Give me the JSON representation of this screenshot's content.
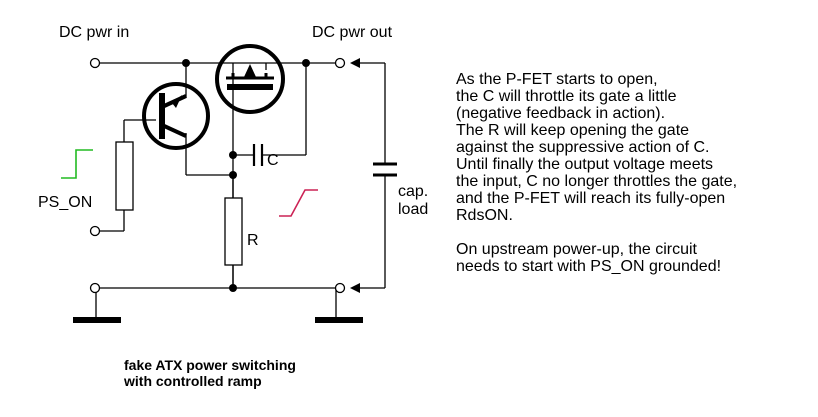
{
  "labels": {
    "dc_in": "DC pwr in",
    "dc_out": "DC pwr out",
    "ps_on": "PS_ON",
    "cap_c": "C",
    "res_r": "R",
    "cap_load_1": "cap.",
    "cap_load_2": "load"
  },
  "explanation": {
    "para1": [
      "As the P-FET starts to open,",
      "the C will throttle its gate a little",
      "(negative feedback in action).",
      "The R will keep opening the gate",
      "against the suppressive action of C.",
      "Until finally the output voltage meets",
      "the input, C no longer throttles the gate,",
      "and the P-FET will reach its fully-open",
      "RdsON."
    ],
    "para2": [
      "On upstream power-up, the circuit",
      "needs to start with PS_ON grounded!"
    ]
  },
  "caption": {
    "line1": "fake ATX power switching",
    "line2": "with controlled ramp"
  },
  "colors": {
    "wire": "#000000",
    "ps_on_step": "#22bb22",
    "output_ramp": "#cc2255",
    "background": "#ffffff"
  }
}
